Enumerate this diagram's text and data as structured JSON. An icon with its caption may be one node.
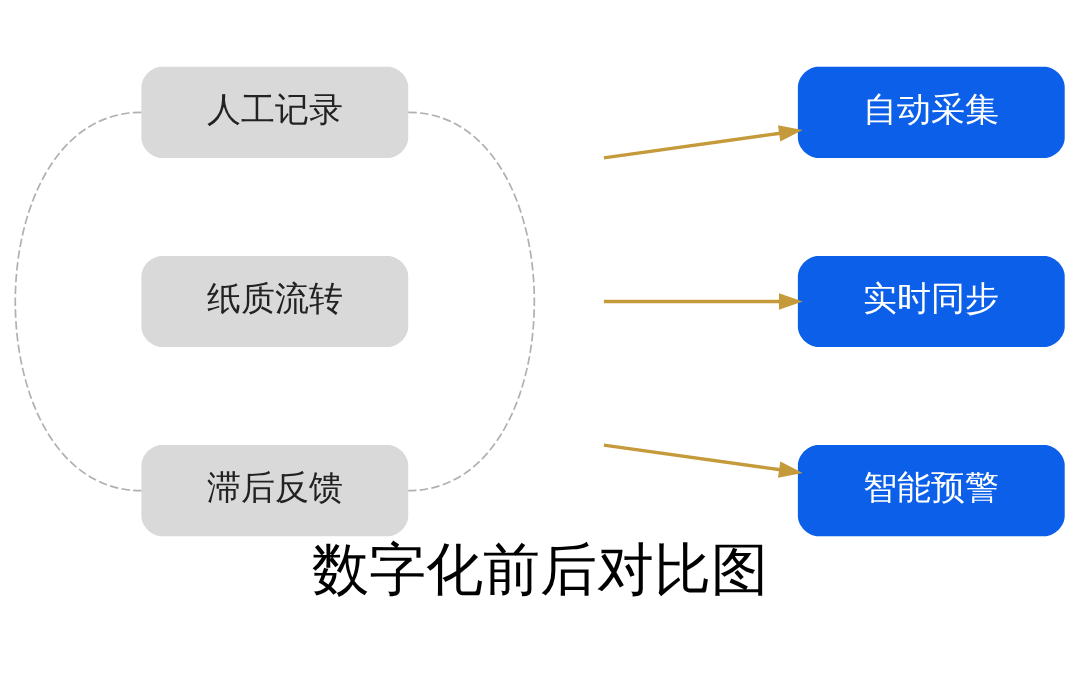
{
  "diagram": {
    "caption": "数字化前后对比图",
    "nodes": [
      {
        "text": [
          "人工记录"
        ]
      },
      {
        "text": [
          "纸质流转"
        ]
      },
      {
        "text": [
          "滞后反馈"
        ]
      },
      {
        "text": [
          "自动采集"
        ]
      },
      {
        "text": [
          "实时同步"
        ]
      },
      {
        "text": [
          "智能预警"
        ]
      }
    ],
    "edges": [
      {
        "from": 0,
        "to": 2,
        "arrow": "none",
        "style": "dashed",
        "color": "#b0b0b0"
      },
      {
        "from": 0,
        "to": 2,
        "arrow": "none",
        "style": "dashed",
        "color": "#b0b0b0"
      },
      {
        "from": null,
        "to": 3,
        "arrow": "to",
        "color": "#c49a3a"
      },
      {
        "from": null,
        "to": 4,
        "arrow": "to",
        "color": "#c49a3a"
      },
      {
        "from": null,
        "to": 5,
        "arrow": "to",
        "color": "#c49a3a"
      }
    ]
  }
}
